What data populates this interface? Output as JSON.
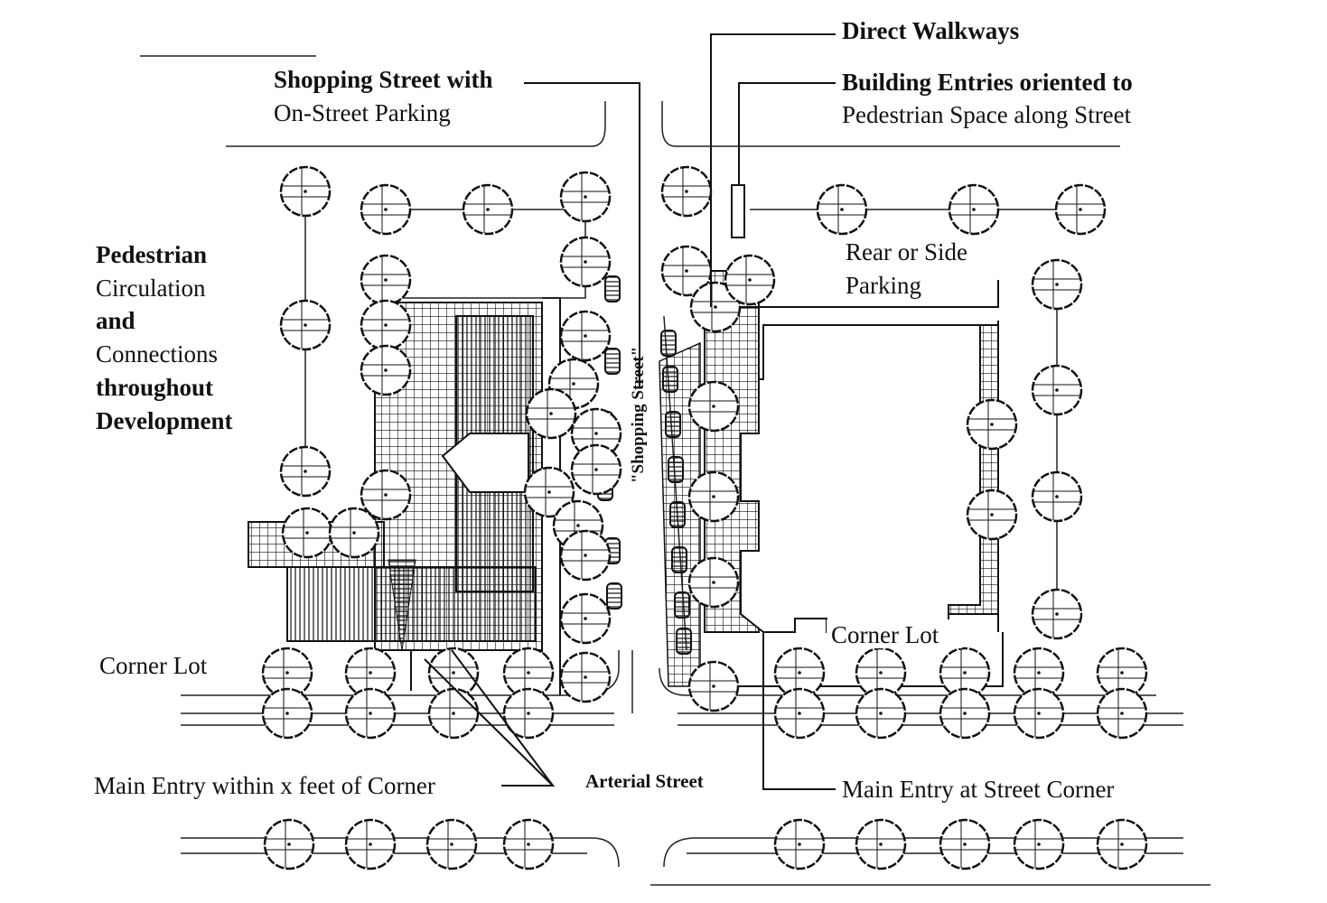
{
  "title": "Site plan: shopping street and corner lots",
  "labels": {
    "direct_walkways": "Direct Walkways",
    "building_entries_1": "Building Entries oriented to",
    "building_entries_2": "Pedestrian Space along Street",
    "shopping_street_1": "Shopping Street with",
    "shopping_street_2": "On-Street Parking",
    "ped_circ_1": "Pedestrian",
    "ped_circ_2": "Circulation",
    "ped_circ_3": "and",
    "ped_circ_4": "Connections",
    "ped_circ_5": "throughout",
    "ped_circ_6": "Development",
    "rear_parking_1": "Rear or Side",
    "rear_parking_2": "Parking",
    "shopping_street_vertical": "\"Shopping Street\"",
    "corner_lot_left": "Corner Lot",
    "corner_lot_right": "Corner Lot",
    "main_entry_within": "Main Entry within x feet of Corner",
    "arterial_street": "Arterial Street",
    "main_entry_corner": "Main Entry at Street Corner"
  },
  "colors": {
    "ink": "#111111",
    "paper": "#ffffff"
  }
}
